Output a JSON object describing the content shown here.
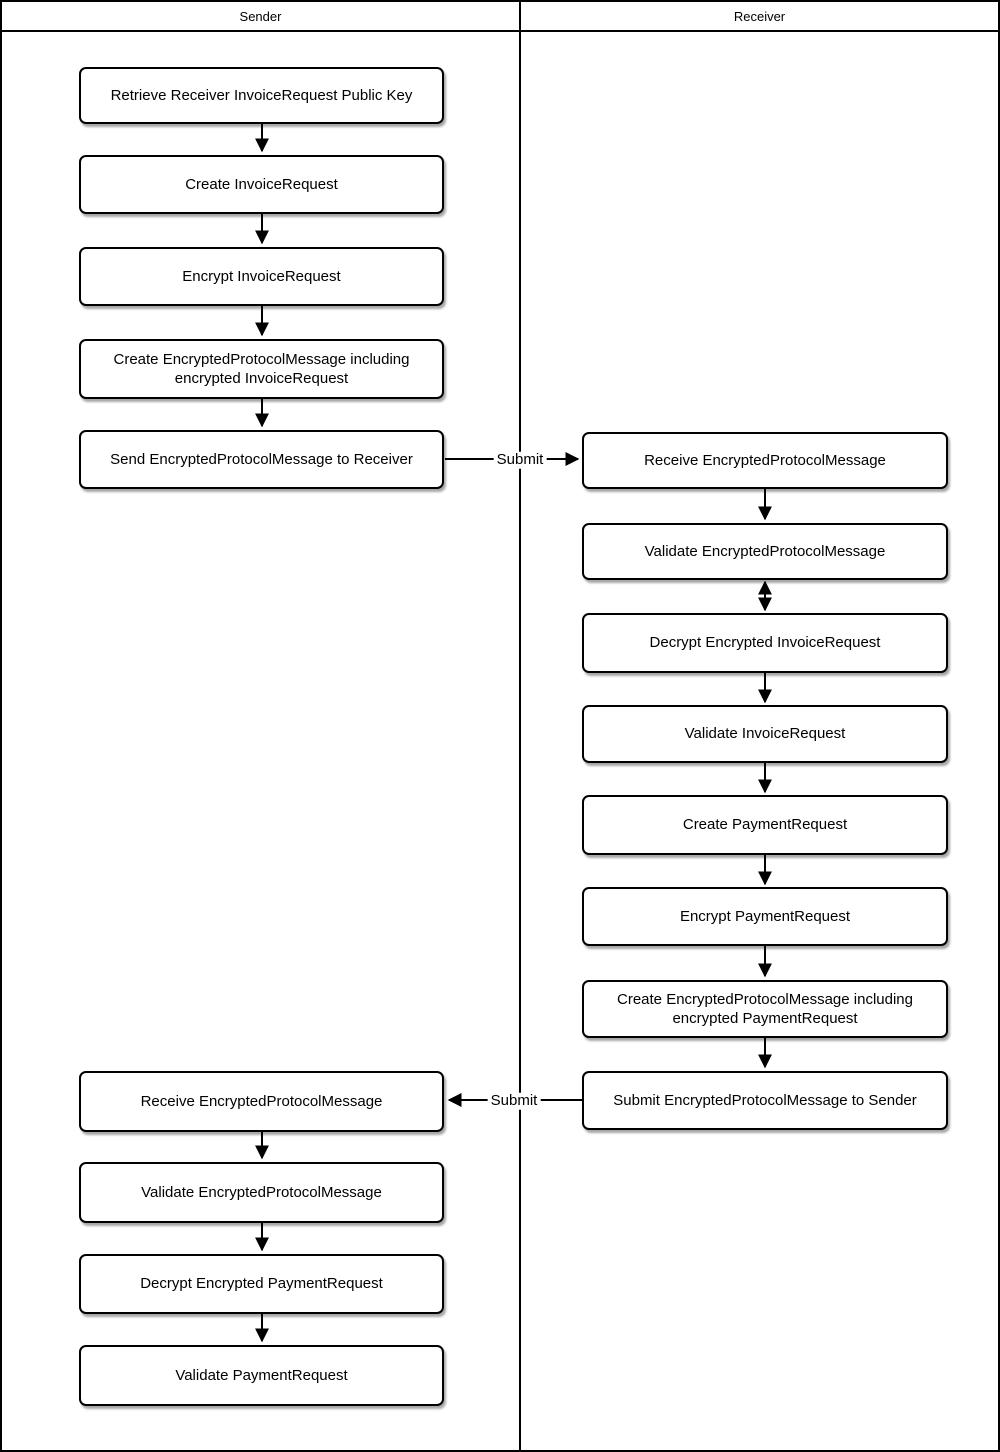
{
  "diagram": {
    "lanes": [
      {
        "title": "Sender",
        "nodes": [
          {
            "label": "Retrieve Receiver InvoiceRequest Public Key"
          },
          {
            "label": "Create InvoiceRequest"
          },
          {
            "label": "Encrypt InvoiceRequest"
          },
          {
            "label": "Create EncryptedProtocolMessage including encrypted InvoiceRequest"
          },
          {
            "label": "Send EncryptedProtocolMessage to Receiver"
          },
          {
            "label": "Receive EncryptedProtocolMessage"
          },
          {
            "label": "Validate EncryptedProtocolMessage"
          },
          {
            "label": "Decrypt Encrypted PaymentRequest"
          },
          {
            "label": "Validate PaymentRequest"
          }
        ]
      },
      {
        "title": "Receiver",
        "nodes": [
          {
            "label": "Receive EncryptedProtocolMessage"
          },
          {
            "label": "Validate EncryptedProtocolMessage"
          },
          {
            "label": "Decrypt Encrypted InvoiceRequest"
          },
          {
            "label": "Validate InvoiceRequest"
          },
          {
            "label": "Create PaymentRequest"
          },
          {
            "label": "Encrypt PaymentRequest"
          },
          {
            "label": "Create EncryptedProtocolMessage including encrypted PaymentRequest"
          },
          {
            "label": "Submit EncryptedProtocolMessage to Sender"
          }
        ]
      }
    ],
    "edges": {
      "sender_to_receiver_label": "Submit",
      "receiver_to_sender_label": "Submit"
    },
    "colors": {
      "stroke": "#000000",
      "node_fill": "#ffffff",
      "background": "#ffffff"
    }
  }
}
